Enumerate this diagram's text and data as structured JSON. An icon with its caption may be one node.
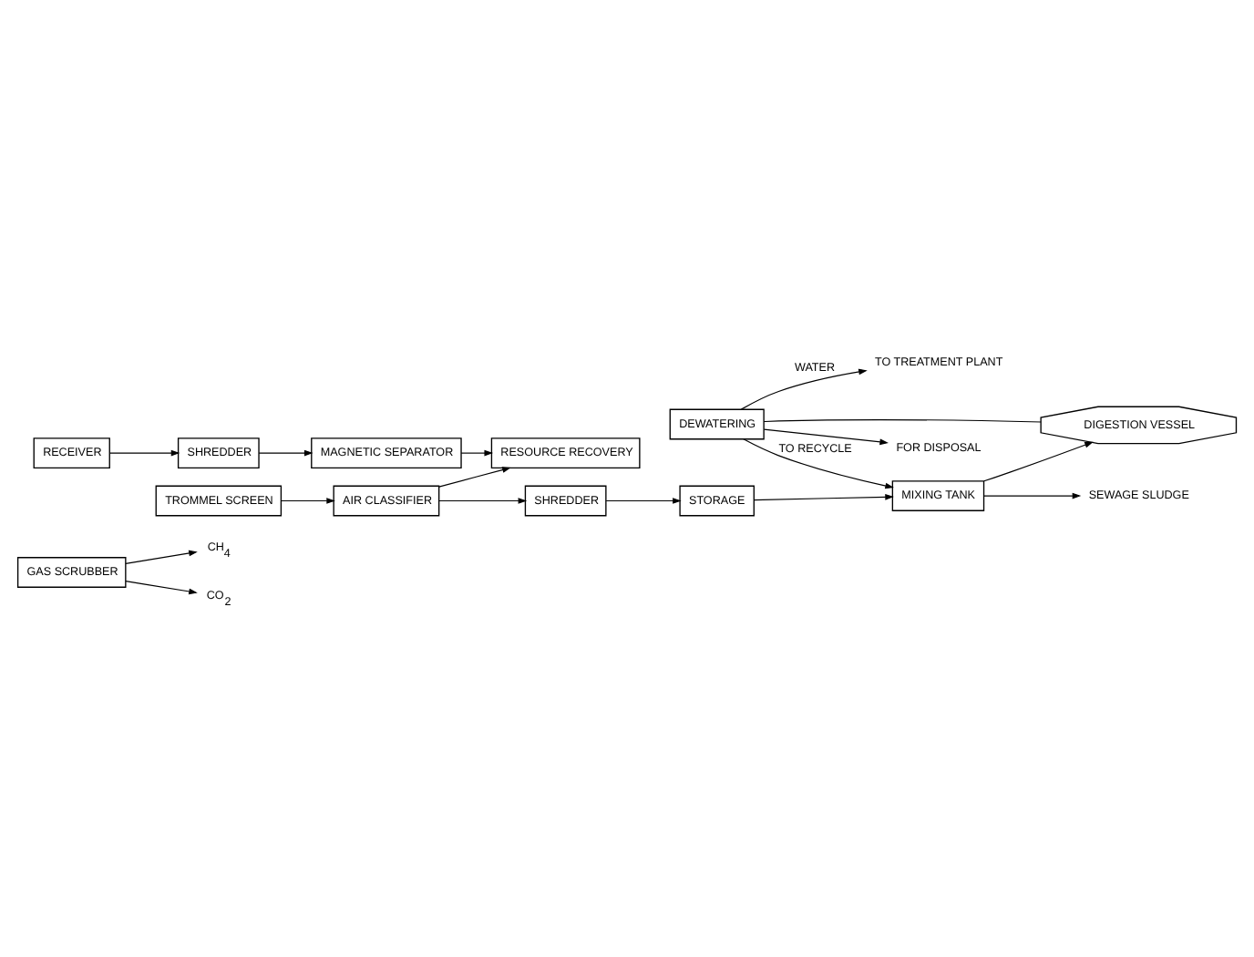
{
  "diagram": {
    "nodes": [
      {
        "text": [
          "CH$_{4}$"
        ]
      },
      {
        "text": [
          "CO$_{2}$"
        ]
      },
      {
        "text": [
          "GAS SCRUBBER"
        ]
      },
      {
        "text": [
          "FOR DISPOSAL"
        ]
      },
      {
        "text": [
          "RESOURCE RECOVERY"
        ]
      },
      {
        "text": [
          "DIGESTION VESSEL"
        ]
      },
      {
        "text": [
          "RECEIVER"
        ]
      },
      {
        "text": [
          "MAGNETIC SEPARATOR"
        ]
      },
      {
        "text": [
          "AIR CLASSIFIER"
        ]
      },
      {
        "text": [
          "STORAGE"
        ]
      },
      {
        "text": [
          "SHREDDER"
        ]
      },
      {
        "text": [
          "TROMMEL SCREEN"
        ]
      },
      {
        "text": [
          "SHREDDER"
        ]
      },
      {
        "text": [
          "MIXING TANK"
        ]
      },
      {
        "text": [
          "DEWATERING"
        ]
      },
      {
        "text": [
          "SEWAGE SLUDGE"
        ]
      },
      {
        "text": [
          "TO TREATMENT PLANT"
        ]
      }
    ],
    "edges": [
      {
        "from": 2,
        "to": 0,
        "arrow": "to"
      },
      {
        "from": 2,
        "to": 1,
        "arrow": "to"
      },
      {
        "from": 6,
        "to": 10,
        "arrow": "to"
      },
      {
        "from": 10,
        "to": 7,
        "arrow": "to"
      },
      {
        "from": 7,
        "to": 4,
        "arrow": "to"
      },
      {
        "from": 11,
        "to": 8,
        "arrow": "to"
      },
      {
        "from": 8,
        "to": 4,
        "arrow": "to"
      },
      {
        "from": 8,
        "to": 12,
        "arrow": "to"
      },
      {
        "from": 12,
        "to": 9,
        "arrow": "to"
      },
      {
        "from": 9,
        "to": 13,
        "arrow": "to"
      },
      {
        "from": 13,
        "to": 5,
        "arrow": "to"
      },
      {
        "from": 5,
        "to": 14,
        "arrow": "none"
      },
      {
        "from": 14,
        "to": 3,
        "arrow": "to"
      },
      {
        "from": 14,
        "to": 13,
        "arrow": "to",
        "label": "TO RECYCLE"
      },
      {
        "from": 14,
        "to": 16,
        "arrow": "to",
        "label": "WATER"
      },
      {
        "from": 13,
        "to": 15,
        "arrow": "to"
      }
    ]
  }
}
